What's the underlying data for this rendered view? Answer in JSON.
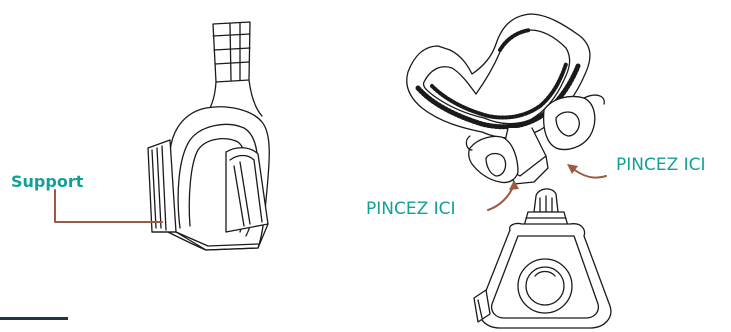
{
  "labels": {
    "support": "Support",
    "pincez_left": "PINCEZ ICI",
    "pincez_right": "PINCEZ ICI"
  },
  "colors": {
    "teal": "#13a097",
    "brown": "#9b5a41",
    "line": "#1a1a1a",
    "underline": "#1f3447"
  },
  "icons": {
    "holder": "mouthpiece-holder-illustration",
    "brush": "u-shaped-toothbrush-head-illustration",
    "fingers": "pinching-fingers-illustration",
    "base": "handle-base-illustration"
  }
}
